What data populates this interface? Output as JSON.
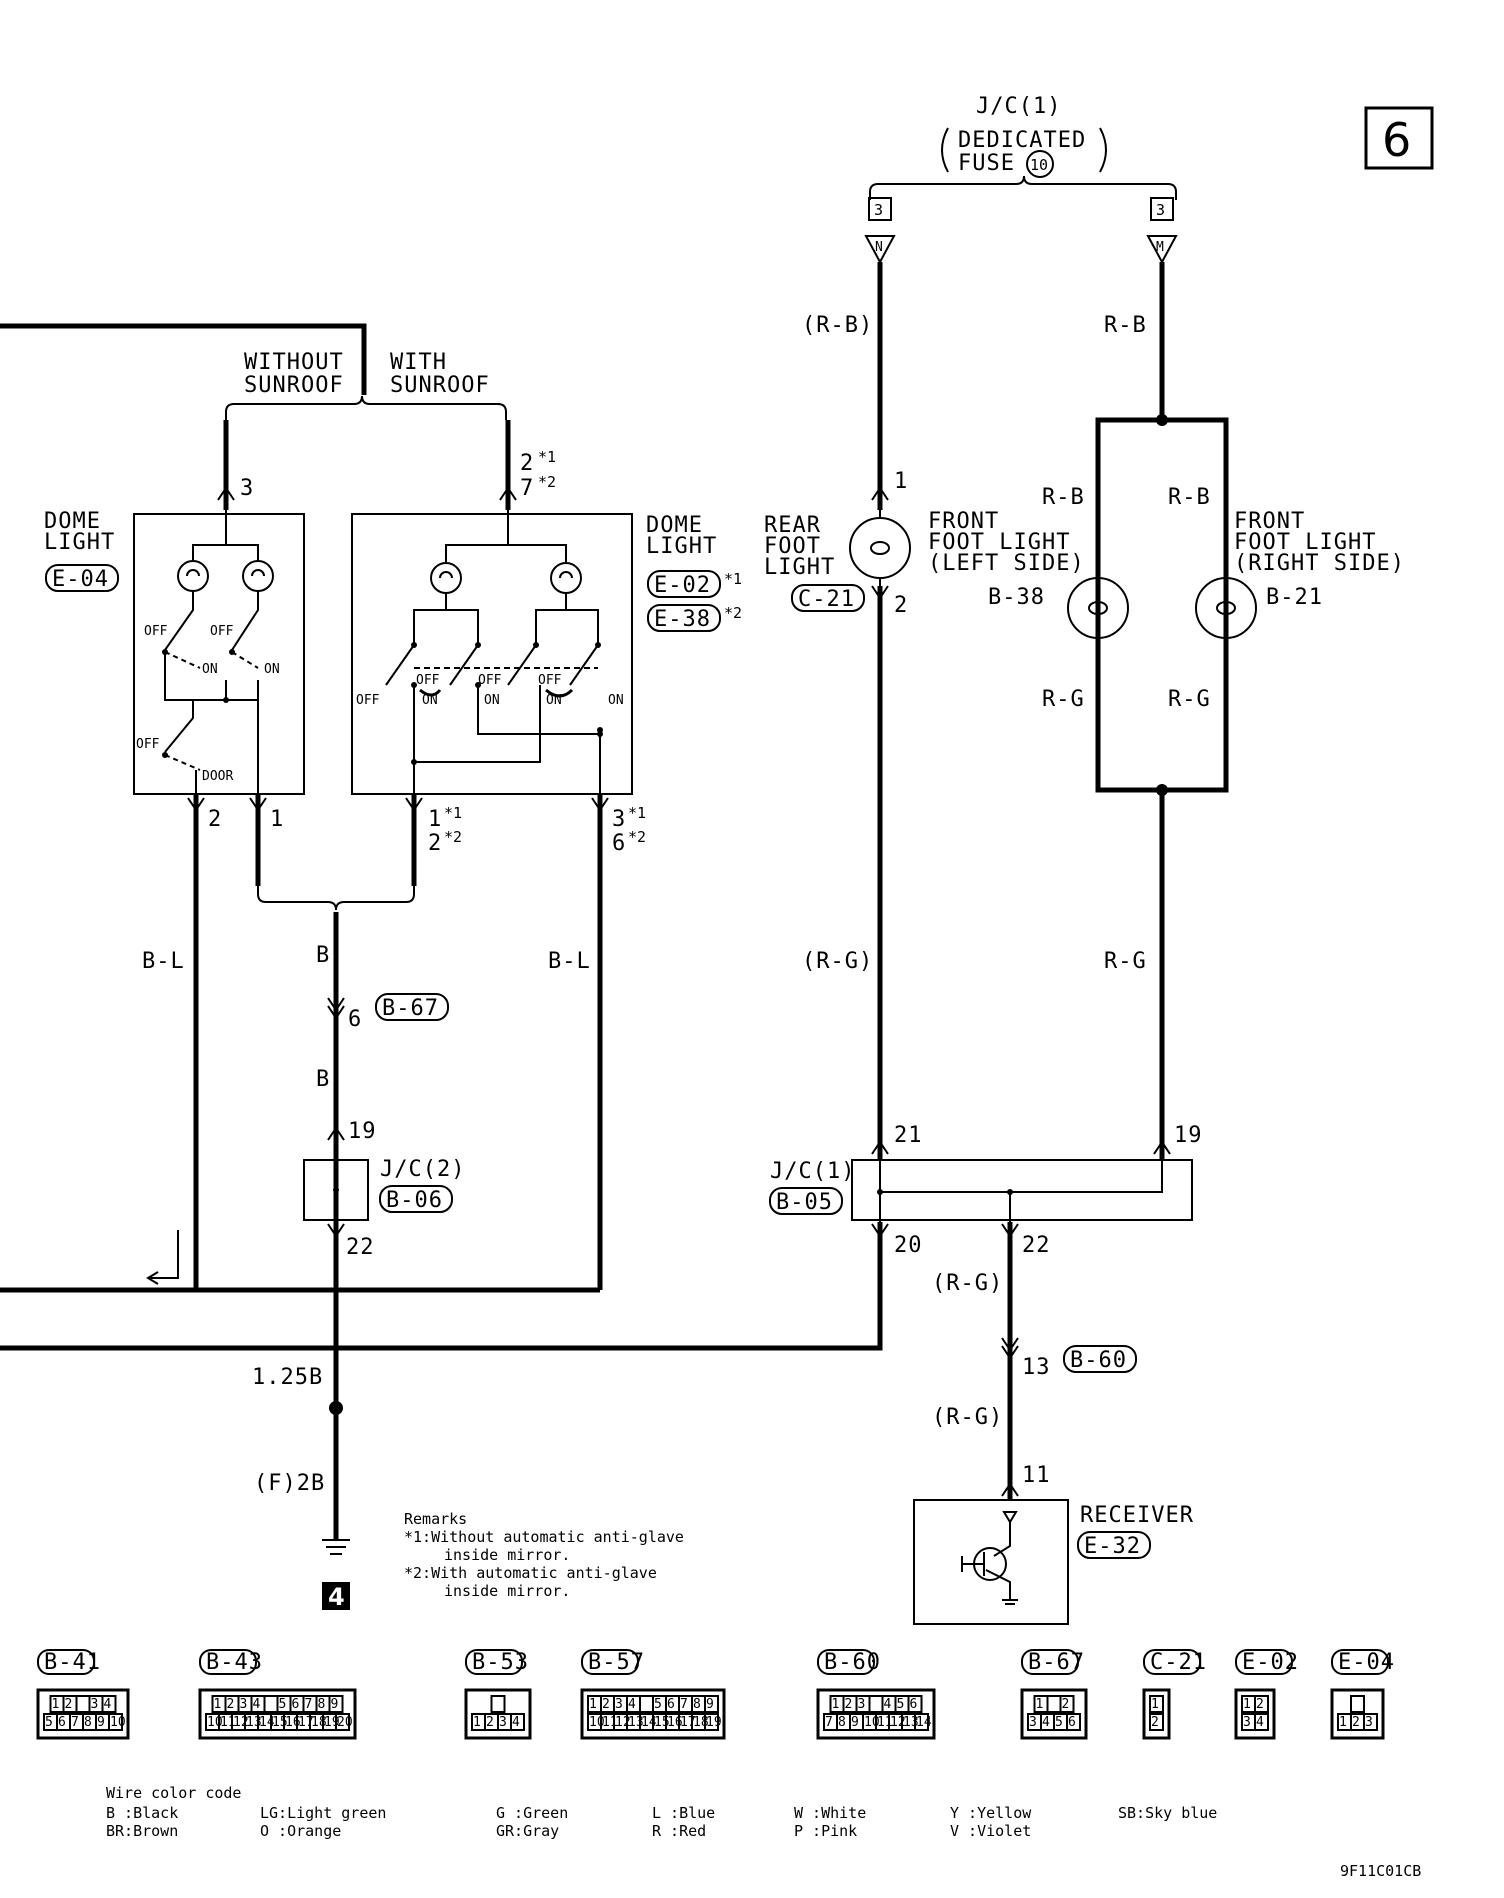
{
  "page_number": "6",
  "drawing_code": "9F11C01CB",
  "jc1_top": {
    "title": "J/C(1)",
    "subtitle_1": "DEDICATED",
    "subtitle_2": "FUSE",
    "fuse_number": "10"
  },
  "terminals_top": {
    "left_box": "3",
    "left_pin": "N",
    "right_box": "3",
    "right_pin": "M"
  },
  "roof_options": {
    "without_1": "WITHOUT",
    "without_2": "SUNROOF",
    "with_1": "WITH",
    "with_2": "SUNROOF"
  },
  "dome_light_left": {
    "name_1": "DOME",
    "name_2": "LIGHT",
    "connector": "E-04",
    "pin_top": "3",
    "pin_bottom_left": "2",
    "pin_bottom_right": "1",
    "switch_off": "OFF",
    "switch_on": "ON",
    "switch_door": "DOOR"
  },
  "dome_light_right": {
    "name_1": "DOME",
    "name_2": "LIGHT",
    "connector_1": "E-02",
    "note_1": "*1",
    "connector_2": "E-38",
    "note_2": "*2",
    "pin_top_1": "2",
    "pin_top_1_note": "*1",
    "pin_top_2": "7",
    "pin_top_2_note": "*2",
    "pin_bl_1": "1",
    "pin_bl_1_note": "*1",
    "pin_bl_2": "2",
    "pin_bl_2_note": "*2",
    "pin_br_1": "3",
    "pin_br_1_note": "*1",
    "pin_br_2": "6",
    "pin_br_2_note": "*2"
  },
  "rear_foot_light": {
    "name_1": "REAR",
    "name_2": "FOOT",
    "name_3": "LIGHT",
    "connector": "C-21",
    "pin_top": "1",
    "pin_bottom": "2"
  },
  "front_foot_left": {
    "name_1": "FRONT",
    "name_2": "FOOT LIGHT",
    "name_3": "(LEFT SIDE)",
    "connector": "B-38"
  },
  "front_foot_right": {
    "name_1": "FRONT",
    "name_2": "FOOT LIGHT",
    "name_3": "(RIGHT SIDE)",
    "connector": "B-21"
  },
  "wire_labels": {
    "rb_paren": "(R-B)",
    "rb": "R-B",
    "rb_left": "R-B",
    "rb_right": "R-B",
    "rg_left": "R-G",
    "rg_right": "R-G",
    "rg_paren": "(R-G)",
    "rg": "R-G",
    "bl_left": "B-L",
    "bl_right": "B-L",
    "b_1": "B",
    "b_2": "B",
    "rg_low_1": "(R-G)",
    "rg_low_2": "(R-G)",
    "gauge_1": "1.25B",
    "gauge_2": "(F)2B"
  },
  "b67": {
    "connector": "B-67",
    "pin": "6"
  },
  "jc2": {
    "title": "J/C(2)",
    "connector": "B-06",
    "pin_top": "19",
    "pin_bottom": "22"
  },
  "jc1": {
    "title": "J/C(1)",
    "connector": "B-05",
    "pin_21": "21",
    "pin_19": "19",
    "pin_20": "20",
    "pin_22": "22"
  },
  "b60": {
    "connector": "B-60",
    "pin": "13"
  },
  "receiver": {
    "name": "RECEIVER",
    "connector": "E-32",
    "pin": "11"
  },
  "ground_ref": "4",
  "remarks": {
    "title": "Remarks",
    "line_1": "*1:Without automatic anti-glave",
    "line_2": "inside mirror.",
    "line_3": "*2:With automatic anti-glave",
    "line_4": "inside mirror."
  },
  "connectors": [
    {
      "id": "B-41",
      "row1": [
        "1",
        "2",
        "",
        "3",
        "4"
      ],
      "row2": [
        "5",
        "6",
        "7",
        "8",
        "9",
        "10"
      ]
    },
    {
      "id": "B-43",
      "row1": [
        "1",
        "2",
        "3",
        "4",
        "",
        "5",
        "6",
        "7",
        "8",
        "9"
      ],
      "row2": [
        "10",
        "11",
        "12",
        "13",
        "14",
        "15",
        "16",
        "17",
        "18",
        "19",
        "20"
      ]
    },
    {
      "id": "B-53",
      "row1": [
        ""
      ],
      "row2": [
        "1",
        "2",
        "3",
        "4"
      ]
    },
    {
      "id": "B-57",
      "row1": [
        "1",
        "2",
        "3",
        "4",
        "",
        "5",
        "6",
        "7",
        "8",
        "9"
      ],
      "row2": [
        "10",
        "11",
        "12",
        "13",
        "14",
        "15",
        "16",
        "17",
        "18",
        "19"
      ]
    },
    {
      "id": "B-60",
      "row1": [
        "1",
        "2",
        "3",
        "",
        "4",
        "5",
        "6"
      ],
      "row2": [
        "7",
        "8",
        "9",
        "10",
        "11",
        "12",
        "13",
        "14"
      ]
    },
    {
      "id": "B-67",
      "row1": [
        "1",
        "",
        "2"
      ],
      "row2": [
        "3",
        "4",
        "5",
        "6"
      ]
    },
    {
      "id": "C-21",
      "row1": [
        "1"
      ],
      "row2": [
        "2"
      ]
    },
    {
      "id": "E-02",
      "row1": [
        "1",
        "2"
      ],
      "row2": [
        "3",
        "4"
      ]
    },
    {
      "id": "E-04",
      "row1": [
        ""
      ],
      "row2": [
        "1",
        "2",
        "3"
      ]
    }
  ],
  "wire_color_code": {
    "title": "Wire color code",
    "entries": [
      [
        "B :Black",
        "BR:Brown"
      ],
      [
        "LG:Light green",
        "O :Orange"
      ],
      [
        "G :Green",
        "GR:Gray"
      ],
      [
        "L :Blue",
        "R :Red"
      ],
      [
        "W :White",
        "P :Pink"
      ],
      [
        "Y :Yellow",
        "V :Violet"
      ],
      [
        "SB:Sky blue",
        ""
      ]
    ]
  }
}
